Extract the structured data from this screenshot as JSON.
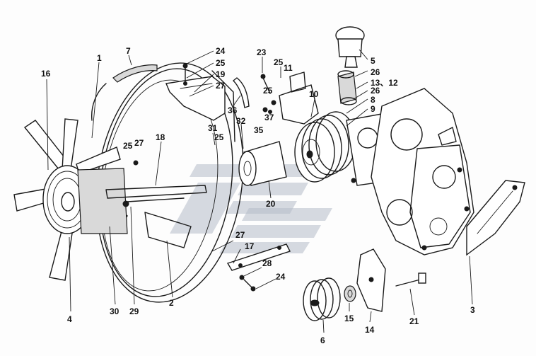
{
  "watermark": {
    "name": "logo-watermark",
    "color": "#b4bcc8"
  },
  "labels": [
    {
      "id": "p16",
      "text": "16"
    },
    {
      "id": "p1",
      "text": "1"
    },
    {
      "id": "p7",
      "text": "7"
    },
    {
      "id": "p24a",
      "text": "24"
    },
    {
      "id": "p25a",
      "text": "25"
    },
    {
      "id": "p19",
      "text": "19"
    },
    {
      "id": "p27a",
      "text": "27"
    },
    {
      "id": "p23",
      "text": "23"
    },
    {
      "id": "p25b",
      "text": "25"
    },
    {
      "id": "p11",
      "text": "11"
    },
    {
      "id": "p25c",
      "text": "25"
    },
    {
      "id": "p10",
      "text": "10"
    },
    {
      "id": "p5",
      "text": "5"
    },
    {
      "id": "p26a",
      "text": "26"
    },
    {
      "id": "p1312",
      "text": "13、12"
    },
    {
      "id": "p26b",
      "text": "26"
    },
    {
      "id": "p8",
      "text": "8"
    },
    {
      "id": "p9",
      "text": "9"
    },
    {
      "id": "p36",
      "text": "36"
    },
    {
      "id": "p37",
      "text": "37"
    },
    {
      "id": "p35",
      "text": "35"
    },
    {
      "id": "p31",
      "text": "31"
    },
    {
      "id": "p25d",
      "text": "25"
    },
    {
      "id": "p32",
      "text": "32"
    },
    {
      "id": "p25e",
      "text": "25"
    },
    {
      "id": "p27b",
      "text": "27"
    },
    {
      "id": "p18",
      "text": "18"
    },
    {
      "id": "p20",
      "text": "20"
    },
    {
      "id": "p27c",
      "text": "27"
    },
    {
      "id": "p17",
      "text": "17"
    },
    {
      "id": "p28",
      "text": "28"
    },
    {
      "id": "p24b",
      "text": "24"
    },
    {
      "id": "p4",
      "text": "4"
    },
    {
      "id": "p30",
      "text": "30"
    },
    {
      "id": "p29",
      "text": "29"
    },
    {
      "id": "p2",
      "text": "2"
    },
    {
      "id": "p6",
      "text": "6"
    },
    {
      "id": "p15",
      "text": "15"
    },
    {
      "id": "p14",
      "text": "14"
    },
    {
      "id": "p21",
      "text": "21"
    },
    {
      "id": "p3",
      "text": "3"
    }
  ]
}
